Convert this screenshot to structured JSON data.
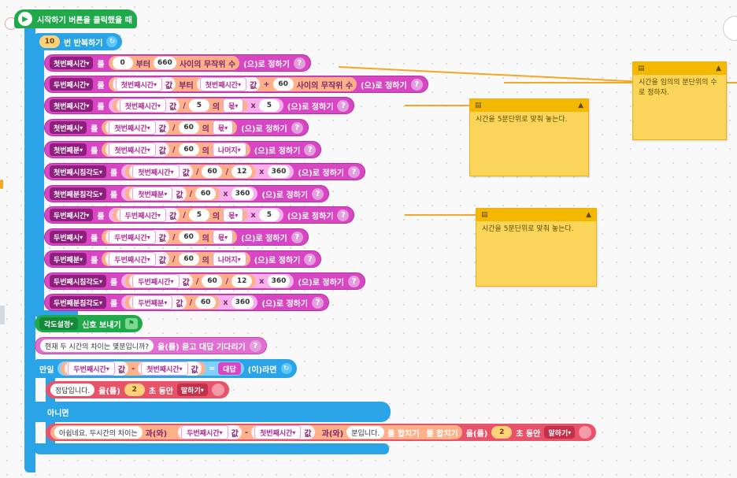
{
  "start": {
    "label": "시작하기 버튼을 클릭했을 때"
  },
  "repeat": {
    "count": "10",
    "label": "번 반복하기"
  },
  "w": {
    "set": "를",
    "set_end": "(으)로 정하기",
    "val": "값",
    "from": "부터",
    "between": "사이의 무작위 수",
    "of": "의",
    "quot": "몫",
    "rem": "나머지",
    "help": "?"
  },
  "vars": {
    "t1": "첫번째시간",
    "t2": "두번째시간",
    "h1": "첫번째시",
    "m1": "첫번째분",
    "ha1": "첫번째시침각도",
    "ma1": "첫번째분침각도",
    "h2": "두번째시",
    "m2": "두번째분",
    "ha2": "두번째시침각도",
    "ma2": "두번째분침각도"
  },
  "nums": {
    "zero": "0",
    "six60": "660",
    "sixty": "60",
    "five": "5",
    "twelve": "12",
    "three60": "360",
    "two": "2"
  },
  "ops": {
    "plus": "+",
    "div": "/",
    "mul": "x",
    "minus": "-",
    "eq": "="
  },
  "signal": {
    "target": "각도설정",
    "label": "신호 보내기"
  },
  "ask": {
    "question": "현재 두 시간의 차이는 몇분입니까?",
    "label": "을(를) 묻고 대답 기다리기"
  },
  "if_block": {
    "label": "만일",
    "answer": "대답",
    "then": "(이)라면"
  },
  "say1": {
    "text": "정답입니다.",
    "obj": "을(를)",
    "secs": "2",
    "during": "초 동안",
    "mode": "말하기"
  },
  "else": {
    "label": "아니면"
  },
  "say2": {
    "text1": "아쉽네요. 두시간의 차이는",
    "and1": "과(와)",
    "and2": "과(와)",
    "text2": "분입니다.",
    "join1": "를 합치기",
    "join2": "를 합치기",
    "obj": "을(를)",
    "secs": "2",
    "during": "초 동안",
    "mode": "말하기"
  },
  "notes": {
    "n1": "시간을 임의의 분단위의 수로 정하자.",
    "n2": "시간을 5분단위로 맞춰 놓는다.",
    "n3": "시간을 5분단위로 맞춰 놓는다."
  },
  "colors": {
    "data": "#d946c4",
    "flow": "#2aa4e6",
    "start": "#1fa94b",
    "calc": "#f26b3a",
    "note": "#fbd55a"
  }
}
